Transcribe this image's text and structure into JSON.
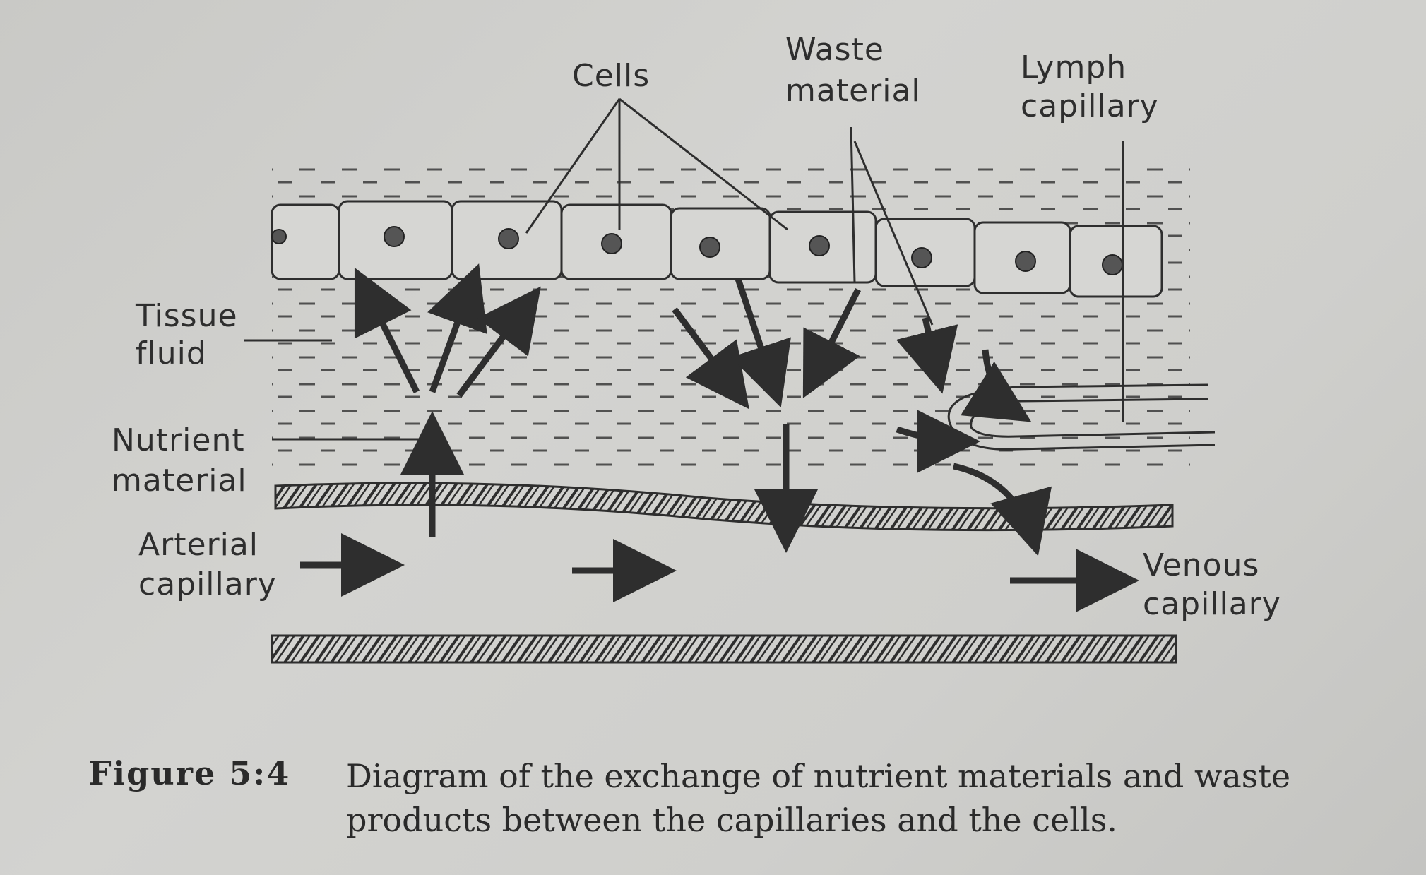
{
  "diagram": {
    "labels": {
      "cells": "Cells",
      "waste_line1": "Waste",
      "waste_line2": "material",
      "lymph_line1": "Lymph",
      "lymph_line2": "capillary",
      "tissue_line1": "Tissue",
      "tissue_line2": "fluid",
      "nutrient_line1": "Nutrient",
      "nutrient_line2": "material",
      "arterial_line1": "Arterial",
      "arterial_line2": "capillary",
      "venous_line1": "Venous",
      "venous_line2": "capillary"
    }
  },
  "caption": {
    "figure_label": "Figure 5:4",
    "text": "Diagram of the exchange of nutrient materials and waste products between the capillaries and the cells."
  },
  "colors": {
    "paper": "#cfcfcc",
    "ink": "#2e2e2e"
  }
}
